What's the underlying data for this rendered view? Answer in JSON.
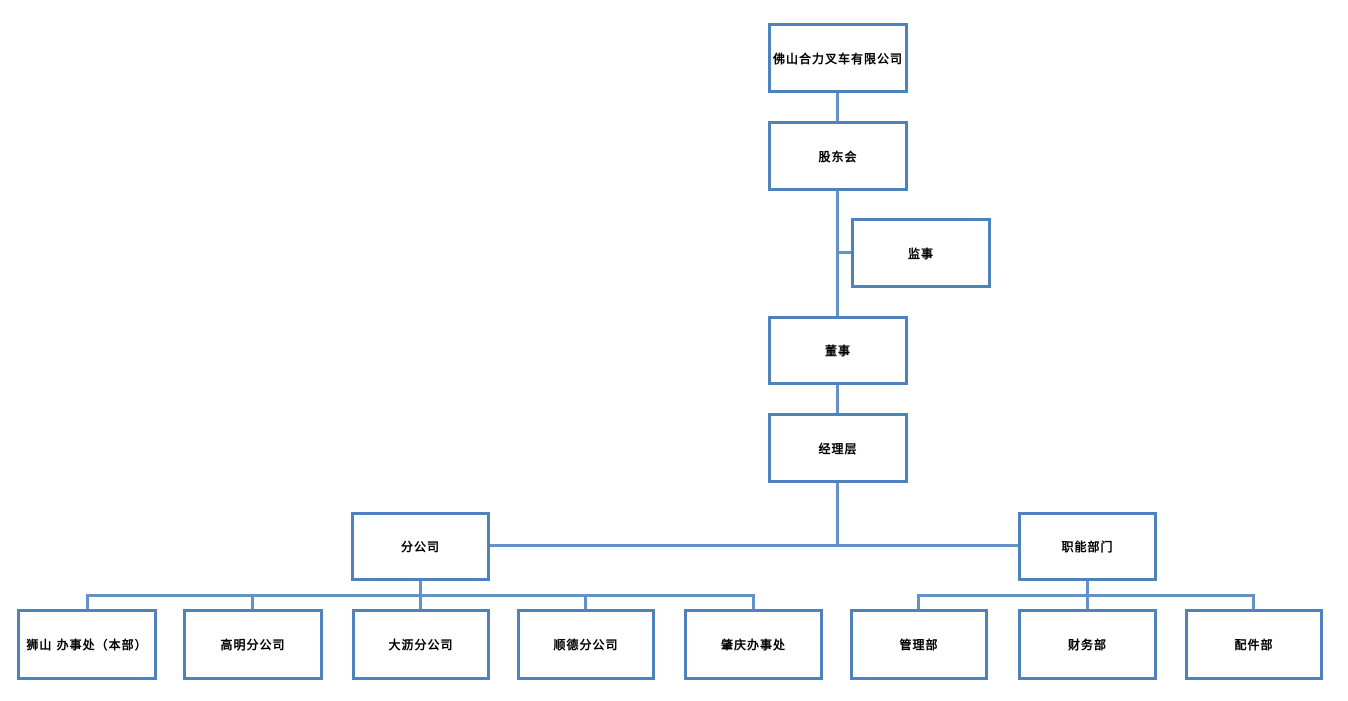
{
  "org_chart": {
    "nodes": {
      "company": {
        "label": "佛山合力叉车有限公司"
      },
      "shareholders": {
        "label": "股东会"
      },
      "supervisor": {
        "label": "监事"
      },
      "director": {
        "label": "董事"
      },
      "management": {
        "label": "经理层"
      },
      "branch_company": {
        "label": "分公司"
      },
      "functional_depts": {
        "label": "职能部门"
      },
      "shishan_office": {
        "label": "狮山 办事处（本部）"
      },
      "gaoming_branch": {
        "label": "高明分公司"
      },
      "dali_branch": {
        "label": "大沥分公司"
      },
      "shunde_branch": {
        "label": "顺德分公司"
      },
      "zhaoqing_office": {
        "label": "肇庆办事处"
      },
      "management_dept": {
        "label": "管理部"
      },
      "finance_dept": {
        "label": "财务部"
      },
      "parts_dept": {
        "label": "配件部"
      }
    },
    "hierarchy": [
      {
        "parent": "佛山合力叉车有限公司",
        "child": "股东会"
      },
      {
        "parent": "股东会",
        "child": "监事"
      },
      {
        "parent": "股东会",
        "child": "董事"
      },
      {
        "parent": "董事",
        "child": "经理层"
      },
      {
        "parent": "经理层",
        "child": "分公司"
      },
      {
        "parent": "经理层",
        "child": "职能部门"
      },
      {
        "parent": "分公司",
        "child": "狮山 办事处（本部）"
      },
      {
        "parent": "分公司",
        "child": "高明分公司"
      },
      {
        "parent": "分公司",
        "child": "大沥分公司"
      },
      {
        "parent": "分公司",
        "child": "顺德分公司"
      },
      {
        "parent": "分公司",
        "child": "肇庆办事处"
      },
      {
        "parent": "职能部门",
        "child": "管理部"
      },
      {
        "parent": "职能部门",
        "child": "财务部"
      },
      {
        "parent": "职能部门",
        "child": "配件部"
      }
    ],
    "colors": {
      "box_border": "#4f81bd",
      "connector": "#6491c6",
      "text": "#000000",
      "background": "#ffffff"
    }
  }
}
